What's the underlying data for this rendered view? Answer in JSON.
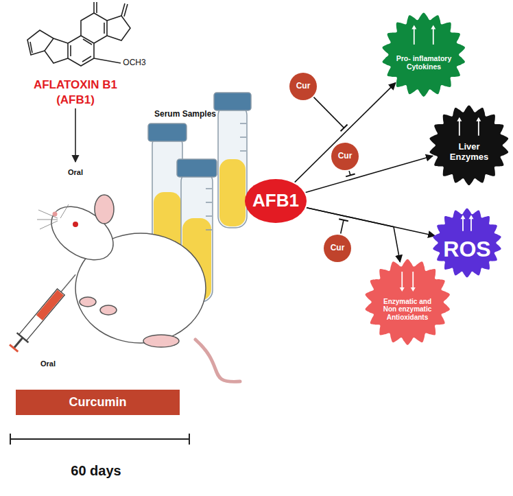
{
  "diagram": {
    "nodes": [
      {
        "text": [
          "AFB1"
        ]
      },
      {
        "text": [
          "Cur"
        ]
      },
      {
        "text": [
          "Pro- inflamatory Cytokines"
        ]
      },
      {
        "text": [
          "Cur"
        ]
      },
      {
        "text": [
          "Liver Enzymes"
        ]
      },
      {
        "text": [
          "Cur"
        ]
      },
      {
        "text": [
          "ROS"
        ]
      },
      {
        "text": [
          "Enzymatic and Non enzymatic Antioxidants"
        ]
      },
      {
        "text": [
          "Curcumin"
        ]
      }
    ],
    "edges": [
      {
        "from": 0,
        "to": 2,
        "arrow": "to"
      },
      {
        "from": 0,
        "to": 4,
        "arrow": "to"
      },
      {
        "from": 0,
        "to": 6,
        "arrow": "to"
      },
      {
        "from": 0,
        "to": 7,
        "arrow": "to"
      }
    ],
    "labels": [
      "AFLATOXIN B1",
      "(AFB1)",
      "Oral",
      "Oral",
      "Serum Samples",
      "OCH3",
      "60 days"
    ]
  }
}
